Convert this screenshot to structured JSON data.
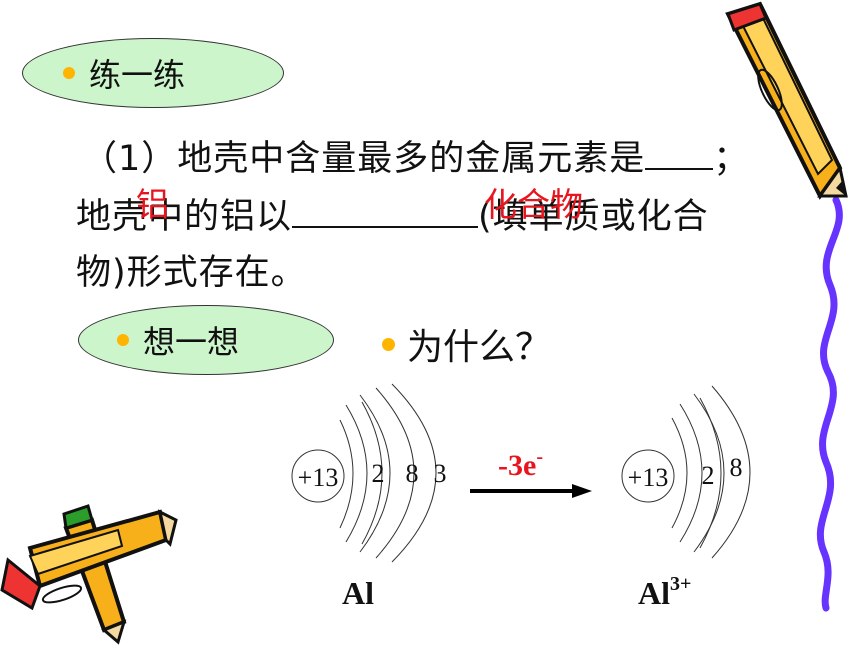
{
  "practice": {
    "label": "练一练"
  },
  "think": {
    "label": "想一想"
  },
  "question": {
    "line1_pre": "（1）地壳中含量最多的金属元素是",
    "line1_post": "；",
    "line2_pre": "地壳中的铝以",
    "line2_post": "(填单质或化合",
    "line3": "物)形式存在。",
    "answer1": "铝",
    "answer2": "化合物"
  },
  "why": {
    "label": "为什么？"
  },
  "diagram": {
    "atom": {
      "nucleus": "+13",
      "shells": [
        "2",
        "8",
        "3"
      ],
      "label": "Al"
    },
    "arrow_label": "-3e",
    "arrow_label_sup": "-",
    "ion": {
      "nucleus": "+13",
      "shells": [
        "2",
        "8"
      ],
      "label": "Al",
      "label_sup": "3+"
    }
  },
  "colors": {
    "pill_fill": "#ccf5cc",
    "bullet": "#ffb400",
    "answer": "#e8141e",
    "wave": "#6633ff"
  }
}
